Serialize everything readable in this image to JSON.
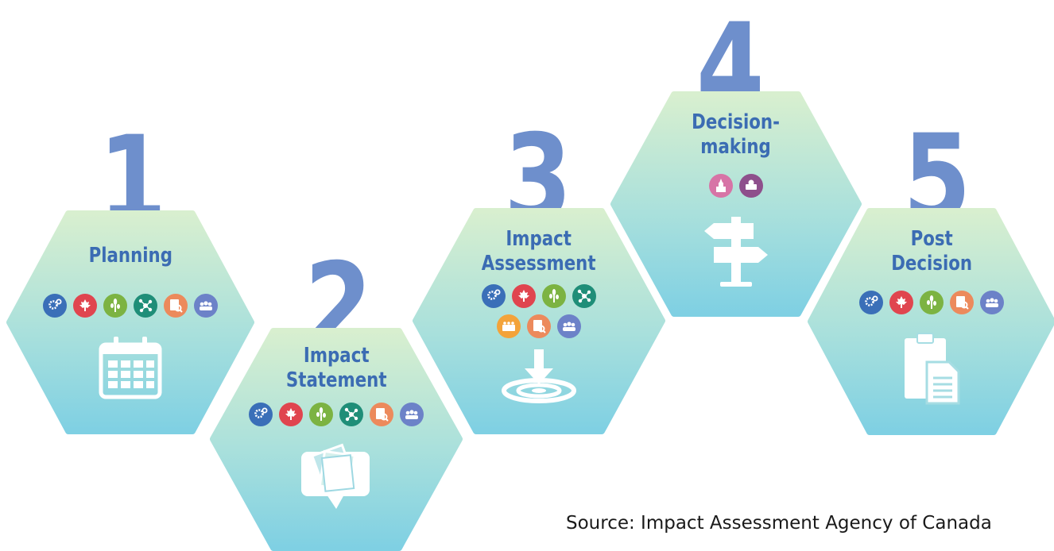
{
  "stages": [
    {
      "number": "1",
      "title": "Planning",
      "icons": [
        "gears-icon",
        "maple-leaf-icon",
        "plant-icon",
        "network-icon",
        "document-search-icon",
        "people-icon"
      ],
      "main_icon": "calendar-icon"
    },
    {
      "number": "2",
      "title": "Impact\nStatement",
      "icons": [
        "gears-icon",
        "maple-leaf-icon",
        "plant-icon",
        "network-icon",
        "document-search-icon",
        "people-icon"
      ],
      "main_icon": "speech-bubble-papers-icon"
    },
    {
      "number": "3",
      "title": "Impact\nAssessment",
      "icons": [
        "gears-icon",
        "maple-leaf-icon",
        "plant-icon",
        "network-icon",
        "panel-icon",
        "document-search-icon",
        "people-icon"
      ],
      "main_icon": "target-arrow-icon"
    },
    {
      "number": "4",
      "title": "Decision-\nmaking",
      "icons": [
        "parliament-icon",
        "crown-icon"
      ],
      "main_icon": "signpost-icon"
    },
    {
      "number": "5",
      "title": "Post\nDecision",
      "icons": [
        "gears-icon",
        "maple-leaf-icon",
        "plant-icon",
        "document-search-icon",
        "people-icon"
      ],
      "main_icon": "clipboard-icon"
    }
  ],
  "icon_colors": {
    "gears-icon": "#3a6fb8",
    "maple-leaf-icon": "#e0454f",
    "plant-icon": "#7cb342",
    "network-icon": "#1f8e78",
    "document-search-icon": "#ec8a5c",
    "people-icon": "#6c82c8",
    "panel-icon": "#f3a33a",
    "parliament-icon": "#d774a6",
    "crown-icon": "#8e4f8c"
  },
  "colors": {
    "number": "#6e8fcc",
    "title": "#3b6cb3",
    "hex_top": "#d8efcf",
    "hex_bottom": "#7fd0e3"
  },
  "source": "Source: Impact Assessment Agency of Canada"
}
